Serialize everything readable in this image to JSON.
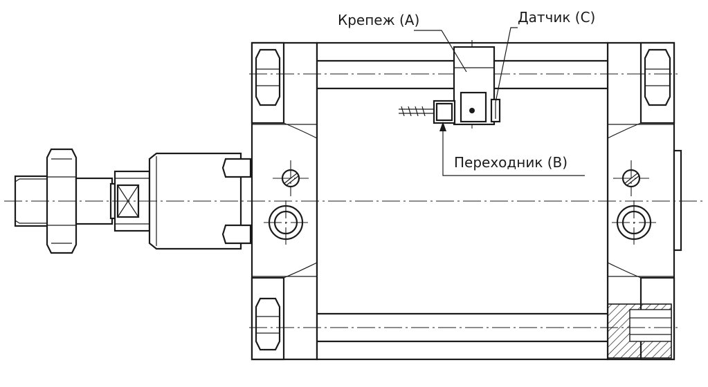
{
  "labels": {
    "mount": "Крепеж (А)",
    "sensor": "Датчик (С)",
    "adapter": "Переходник (В)"
  },
  "colors": {
    "line": "#1a1a1a",
    "background": "#ffffff"
  }
}
